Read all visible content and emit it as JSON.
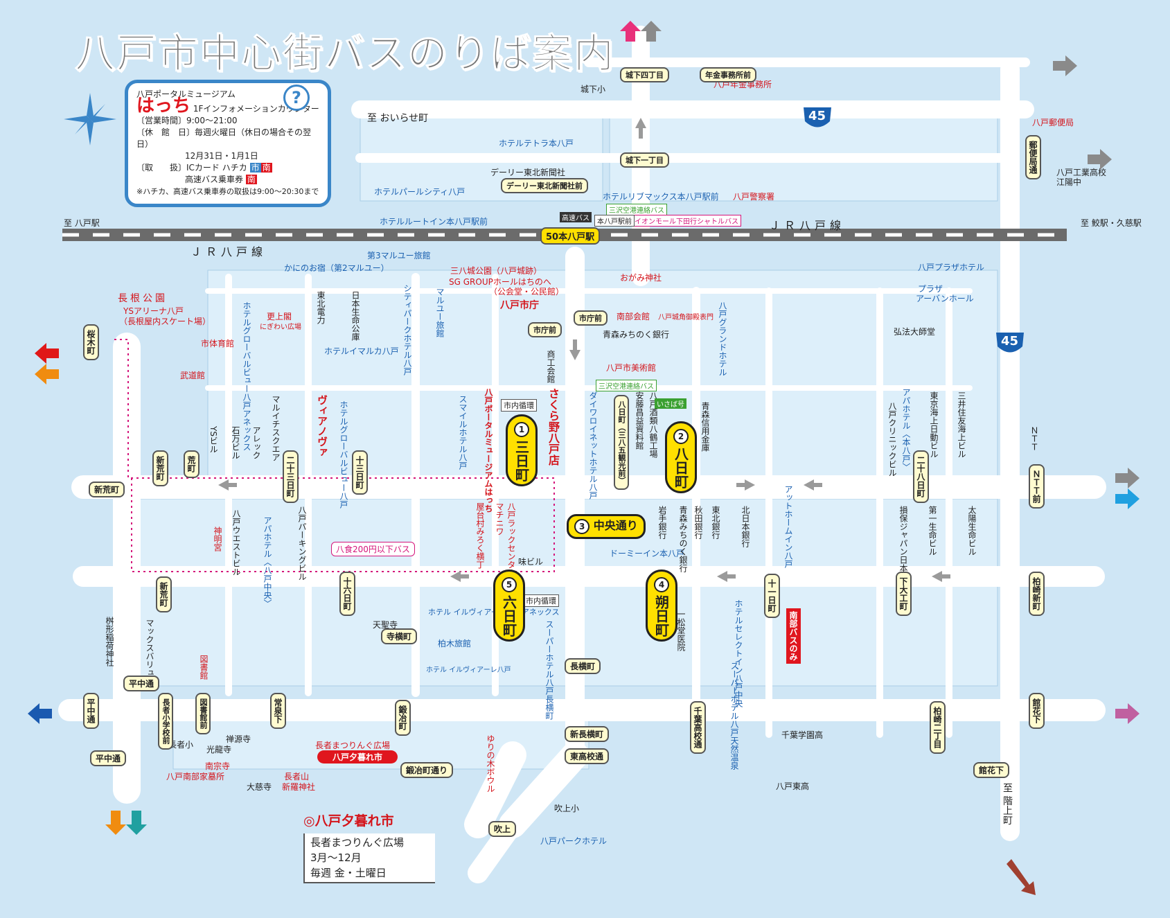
{
  "title": "八戸市中心街バスのりば案内",
  "colors": {
    "sea": "#cfe6f5",
    "road": "#ffffff",
    "block": "#ddeffa",
    "rail": "#6b6b6b",
    "stop_fill": "#fffbd0",
    "major_fill": "#ffe000",
    "arrow_gray": "#9a9a9a",
    "H": "#e8307a",
    "P": "#8a8a8a",
    "M": "#20a0e0",
    "Y": "#c060a0",
    "A": "#a04030",
    "F": "#20a0a0",
    "J": "#3aa030",
    "S": "#b0a060",
    "K": "#9ac820",
    "G": "#f0b400",
    "T": "#e01818",
    "W": "#f08c10",
    "N": "#1a5ab0"
  },
  "info": {
    "museum": "八戸ポータルミュージアム",
    "name": "はっち",
    "counter": "1Fインフォメーションカウンター",
    "hours": "〔営業時間〕9:00～21:00",
    "closed": "〔休　館　日〕毎週火曜日（休日の場合その翌日）",
    "closed2": "12月31日・1月1日",
    "handle": "〔取　　扱〕ICカード ハチカ",
    "handle_kw1": "市",
    "handle_kw2": "南",
    "handle2": "高速バス乗車券",
    "handle2_kw": "南",
    "note": "※ハチカ、高速バス乗車券の取扱は9:00～20:30まで",
    "qmark": "?"
  },
  "rails": {
    "jr_top": "ＪＲ八戸線",
    "jr_left": "ＪＲ八戸線",
    "to_hachinohe": "至 八戸駅",
    "to_same": "至 鮫駅・久慈駅"
  },
  "routes": {
    "r45a": "45",
    "r45b": "45"
  },
  "places": {
    "oirase": "至 おいらせ町",
    "shiroshita_sho": "城下小",
    "nenkin": "八戸年金事務所",
    "yubinkyoku": "八戸郵便局",
    "tetora": "ホテルテトラ本八戸",
    "daily": "デーリー東北新聞社",
    "pearl": "ホテルパールシティ八戸",
    "riplax": "ホテルリブマックス本八戸駅前",
    "keisatsu": "八戸警察署",
    "routein": "ホテルルートイン本八戸駅前",
    "kogyo": "八戸工業高校",
    "koyochu": "江陽中",
    "marugo3": "第3マルユー旅館",
    "kaninooyado": "かにのお宿（第2マルユー）",
    "sanpachi": "三八城公園（八戸城跡）",
    "sggroup": "SG GROUPホールはちのへ",
    "sggroup2": "（公会堂・公民館）",
    "shiyakusho": "八戸市庁",
    "okami": "おがみ神社",
    "nanbu": "南部会館",
    "ooyakata": "八戸城角御殿表門",
    "aomori_bank": "青森みちのく銀行",
    "bijutsukan": "八戸市美術館",
    "plaza_hotel": "八戸プラザホテル",
    "plaza_arb": "プラザ",
    "plaza_arb2": "アーバンホール",
    "kobo": "弘法大師堂",
    "nagane": "長根公園",
    "ysarena": "YSアリーナ八戸",
    "ysarena2": "（長根屋内スケート場）",
    "taiikukan": "市体育館",
    "budokan": "武道館",
    "sarakaku": "更上閣",
    "sarakaku2": "にぎわい広場",
    "tohoku_den": "東北電力",
    "nihon_seimei": "日本生命公庫",
    "hotel_imaruka": "ホテルイマルカ八戸",
    "citypark": "シティパークホテル八戸",
    "maruyu": "マルユー旅館",
    "smile": "スマイルホテル八戸",
    "hacchi_v": "八戸ポータルミュージアムはっち",
    "sakurano": "さくら野八戸店",
    "shoko": "商工会館",
    "grand": "八戸グランドホテル",
    "daiwa": "ダイワロイネットホテル八戸",
    "ando": "安藤昌益資料館",
    "shurui": "八戸酒類八鶴工場",
    "aomori_shinkin": "青森信用金庫",
    "aba_hotel": "アパホテル〈本八戸〉",
    "clinic": "八戸クリニックビル",
    "tokyo_kaijo": "東京海上日動ビル",
    "mitsui": "三井住友海上ビル",
    "ntt": "ＮＴＴ",
    "ys_bldg": "YSビル",
    "ishikata": "石万ビル",
    "alec": "アレック",
    "maruichi": "マルイチスクエア",
    "viano": "ヴィアノヴァ",
    "grov": "ホテルグローバルビュー八戸",
    "grov_anex": "ホテルグローバルビュー八戸アネックス",
    "shinmeigu": "神明宮",
    "west": "八戸ウエストビル",
    "aba2": "アパホテル〈八戸中央〉",
    "parking": "八戸パーキングビル",
    "hachiban": "八食200円以下バス",
    "yatai": "屋台村みろく横丁",
    "hachirak": "八戸ラックセンター",
    "hachirak2": "マチニワ",
    "ajibiru": "味ビル",
    "dormy": "ドーミーイン本八戸",
    "iwate": "岩手銀行",
    "aomichi2": "青森みちのく銀行",
    "akita": "秋田銀行",
    "tohoku_bank": "東北銀行",
    "kita_nihon": "北日本銀行",
    "at_home": "アットホームイン八戸",
    "sompo": "損保ジャパン日本興亜ビル",
    "daiichi": "第一生命ビル",
    "taiyo": "太陽生命ビル",
    "ilvi_anex": "ホテル イルヴィアーレ八戸アネックス",
    "kashiwagi": "柏木旅館",
    "tenseiji": "天聖寺",
    "ilvi": "ホテル イルヴィアーレ八戸",
    "super_nagayoko": "スーパーホテル八戸長横町",
    "ichimatsudo": "一松堂医院",
    "select_inn": "ホテルセレクトイン八戸中央",
    "super_tenzen": "スーパーホテル八戸天然温泉",
    "chiba_gakuen": "千葉学園高",
    "maxvalu": "マックスバリュ",
    "katagata": "桝形稲荷神社",
    "library": "図書館",
    "zenrinji": "禅源寺",
    "koryuji": "光龍寺",
    "chosho": "長者小",
    "nanshuji": "南宗寺",
    "nanbu_bosho": "八戸南部家墓所",
    "taijiji": "大慈寺",
    "choja_shin": "長者山",
    "choja_shin2": "新羅神社",
    "yurinoki": "ゆりの木ボウル",
    "choja_matsuri": "長者まつりんぐ広場",
    "yugure_badge": "八戸夕暮れ市",
    "fukiage_sho": "吹上小",
    "park_hotel": "八戸パークホテル",
    "higashi_ko": "八戸東高",
    "to_kaijo": "至 階上町",
    "mikaze": "三沢空港連絡バス",
    "aeon": "イオンモール下田行シャトルバス",
    "kosoku": "高速バス",
    "honhachi_mae": "本八戸駅前",
    "shinai": "市内循環",
    "shinai2": "市内循環",
    "mikaze2": "三沢空港連絡バス",
    "iwate_ken": "いさば号",
    "nanbu_only": "南部バスのみ",
    "hassho": "八食200円以下バス"
  },
  "stops": {
    "shiroshita4": "城下四丁目",
    "nenkin_mae": "年金事務所前",
    "shiroshita1": "城下一丁目",
    "daily_mae": "デーリー東北新聞社前",
    "honhachi": "50本八戸駅",
    "shicho_mae": "市庁前",
    "shicho_mae2": "市庁前",
    "sakuragi": "桜木町",
    "shinara": "新荒町",
    "shinara_v": "新荒町",
    "ara": "荒町",
    "nijusan": "二十三日町",
    "jusan": "十三日町",
    "hachiban8": "八日町（三八五観光前）",
    "nijuhachi": "二十八日町",
    "ntt_mae": "ＮＴＴ前",
    "shinara2": "新荒町",
    "juroku": "十六日町",
    "terayoko": "寺横町",
    "juichi": "十一日町",
    "shitaomachi": "下大工町",
    "kashiwazaki": "柏崎新町",
    "hirachu": "平中通",
    "hirachu2": "平中通",
    "hirachu3": "平中通",
    "chosho_mae": "長者小学校前",
    "tosho_mae": "図書館前",
    "josen": "常泉下",
    "kajicho": "鍛冶町",
    "kajicho_dori": "鍛冶町通り",
    "nagayoko": "長横町",
    "shin_nagayoko": "新長横町",
    "higashi_dori": "東高校通",
    "chiba_dori": "千葉高校通",
    "kashiwazaki2": "柏崎二丁目",
    "kanka": "館花下",
    "kanka2": "館花下",
    "yubinkyoku_mae": "郵便局通",
    "fukiage": "吹上"
  },
  "majors": {
    "m1_num": "1",
    "m1": "三日町",
    "m2_num": "2",
    "m2": "八日町",
    "m3_num": "3",
    "m3": "中央通り",
    "m4_num": "4",
    "m4": "朔日町",
    "m5_num": "5",
    "m5": "六日町"
  },
  "schedule": {
    "head": "◎八戸夕暮れ市",
    "line1": "長者まつりんぐ広場",
    "line2": "3月～12月",
    "line3": "毎週 金・土曜日"
  }
}
